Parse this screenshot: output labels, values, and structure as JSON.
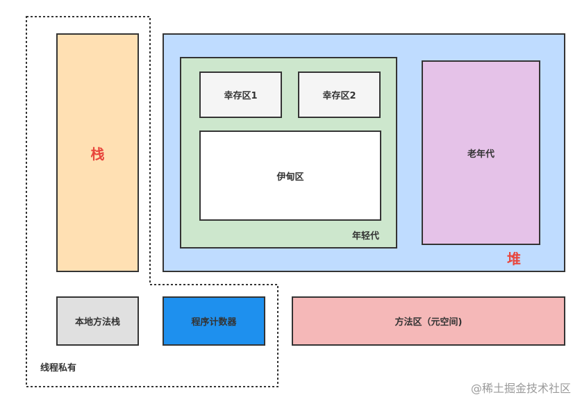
{
  "colors": {
    "stack": "#ffe0b3",
    "heap": "#bfdcff",
    "young_gen": "#cde7cd",
    "survivor": "#f5f5f5",
    "eden": "#ffffff",
    "old_gen": "#e5c2e8",
    "native_stack": "#e0e0e0",
    "pc_register": "#1e90ee",
    "method_area": "#f5b8b8",
    "accent_red": "#e8453c",
    "border": "#333333"
  },
  "stack": {
    "label": "栈"
  },
  "heap": {
    "label": "堆",
    "young_gen": {
      "label": "年轻代",
      "survivor1": "幸存区1",
      "survivor2": "幸存区2",
      "eden": "伊甸区"
    },
    "old_gen": {
      "label": "老年代"
    }
  },
  "native_stack": {
    "label": "本地方法栈"
  },
  "pc_register": {
    "label": "程序计数器"
  },
  "method_area": {
    "label": "方法区（元空间)"
  },
  "thread_private": {
    "label": "线程私有"
  },
  "watermark": "@稀土掘金技术社区"
}
